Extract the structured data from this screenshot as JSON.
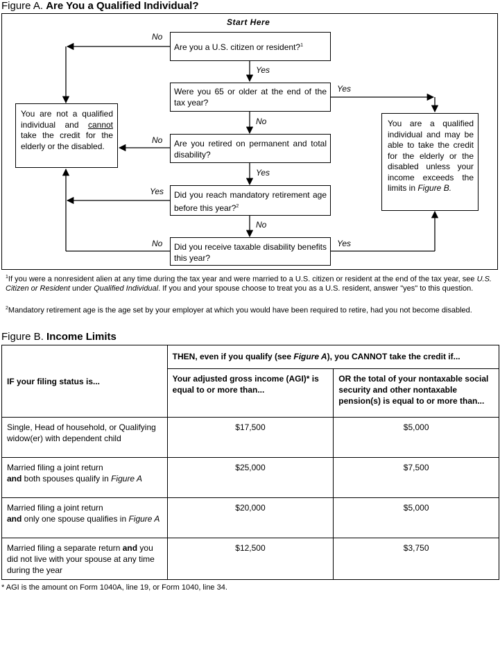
{
  "figure_a": {
    "label": "Figure A.",
    "title": "Are You a Qualified Individual?",
    "start": "Start Here",
    "q1": "Are you a U.S. citizen or resident?",
    "q1_sup": "1",
    "q2": "Were you 65 or older at the end of the tax year?",
    "q3": "Are you retired on permanent and total disability?",
    "q4": "Did you reach mandatory retirement age before this year?",
    "q4_sup": "2",
    "q5": "Did you receive taxable disability benefits this year?",
    "not_qualified_a": "You are not a qualified individual and ",
    "not_qualified_u": "cannot",
    "not_qualified_b": " take the credit for the elderly or the disabled.",
    "qualified_a": "You are a qualified individual and may be able to take the credit for the elderly or the disabled unless your income exceeds the limits in ",
    "qualified_i": "Figure B.",
    "yes": "Yes",
    "no": "No"
  },
  "footnotes": {
    "f1_num": "1",
    "f1_a": "If you were a nonresident alien at any time during the tax year and were married to a U.S. citizen or resident at the end of the tax year, see ",
    "f1_i1": "U.S. Citizen or Resident",
    "f1_b": " under ",
    "f1_i2": "Qualified Individual",
    "f1_c": ". If you and your spouse choose to treat you as a U.S. resident, answer \"yes\" to this question.",
    "f2_num": "2",
    "f2": "Mandatory retirement age is the age set by your employer at which you would have been required to retire, had you not become disabled."
  },
  "figure_b": {
    "label": "Figure B.",
    "title": "Income Limits",
    "col_if": "IF your filing status is...",
    "col_then_a": "THEN, even if you qualify (see ",
    "col_then_i": "Figure A",
    "col_then_b": "), you CANNOT take the credit if...",
    "col_agi": "Your adjusted gross income (AGI)* is equal to or more than...",
    "col_nontax": "OR the total of your nontaxable social security and other nontaxable pension(s) is equal to or more than...",
    "rows": [
      {
        "status_a": "Single, Head of household, or Qualifying widow(er) with dependent child",
        "agi": "$17,500",
        "nontax": "$5,000"
      },
      {
        "status_a": "Married filing a joint return",
        "status_b": "and",
        "status_c": " both spouses qualify in ",
        "status_i": "Figure A",
        "agi": "$25,000",
        "nontax": "$7,500"
      },
      {
        "status_a": "Married filing a joint return",
        "status_b": "and",
        "status_c": " only one spouse qualifies in ",
        "status_i": "Figure A",
        "agi": "$20,000",
        "nontax": "$5,000"
      },
      {
        "status_a": "Married filing a separate return ",
        "status_b": "and",
        "status_c": " you did not live with your spouse at any time during the year",
        "agi": "$12,500",
        "nontax": "$3,750"
      }
    ],
    "note": "* AGI is the amount on Form 1040A, line 19, or Form 1040, line 34."
  },
  "colors": {
    "ink": "#000000",
    "paper": "#ffffff"
  }
}
